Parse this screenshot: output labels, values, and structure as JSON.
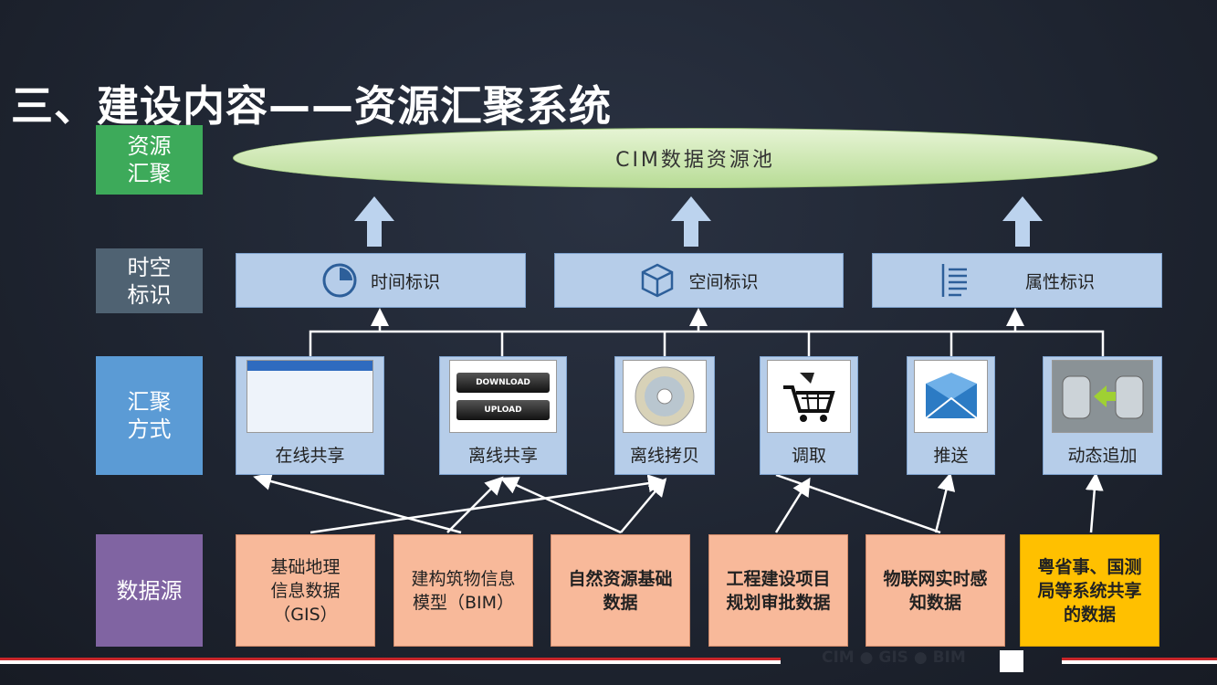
{
  "title": "三、建设内容——资源汇聚系统",
  "rows": {
    "pool": "资源\n汇聚",
    "mark": "时空\n标识",
    "method": "汇聚\n方式",
    "source": "数据源"
  },
  "pool_label": "CIM数据资源池",
  "marks": [
    {
      "label": "时间标识",
      "icon": "clock-icon"
    },
    {
      "label": "空间标识",
      "icon": "cube-icon"
    },
    {
      "label": "属性标识",
      "icon": "list-icon"
    }
  ],
  "methods": [
    {
      "label": "在线共享"
    },
    {
      "label": "离线共享",
      "download": "DOWNLOAD",
      "upload": "UPLOAD"
    },
    {
      "label": "离线拷贝"
    },
    {
      "label": "调取"
    },
    {
      "label": "推送"
    },
    {
      "label": "动态追加"
    }
  ],
  "sources": [
    "基础地理\n信息数据\n（GIS）",
    "建构筑物信息\n模型（BIM）",
    "自然资源基础\n数据",
    "工程建设项目\n规划审批数据",
    "物联网实时感\n知数据",
    "粤省事、国测\n局等系统共享\n的数据"
  ],
  "footer": "CIM ● GIS ● BIM",
  "colors": {
    "pool": "#3daa5a",
    "mark": "#4f6272",
    "method": "#5b9bd5",
    "source": "#8064a2",
    "src_box": "#f8b99a",
    "highlight": "#ffc000"
  }
}
